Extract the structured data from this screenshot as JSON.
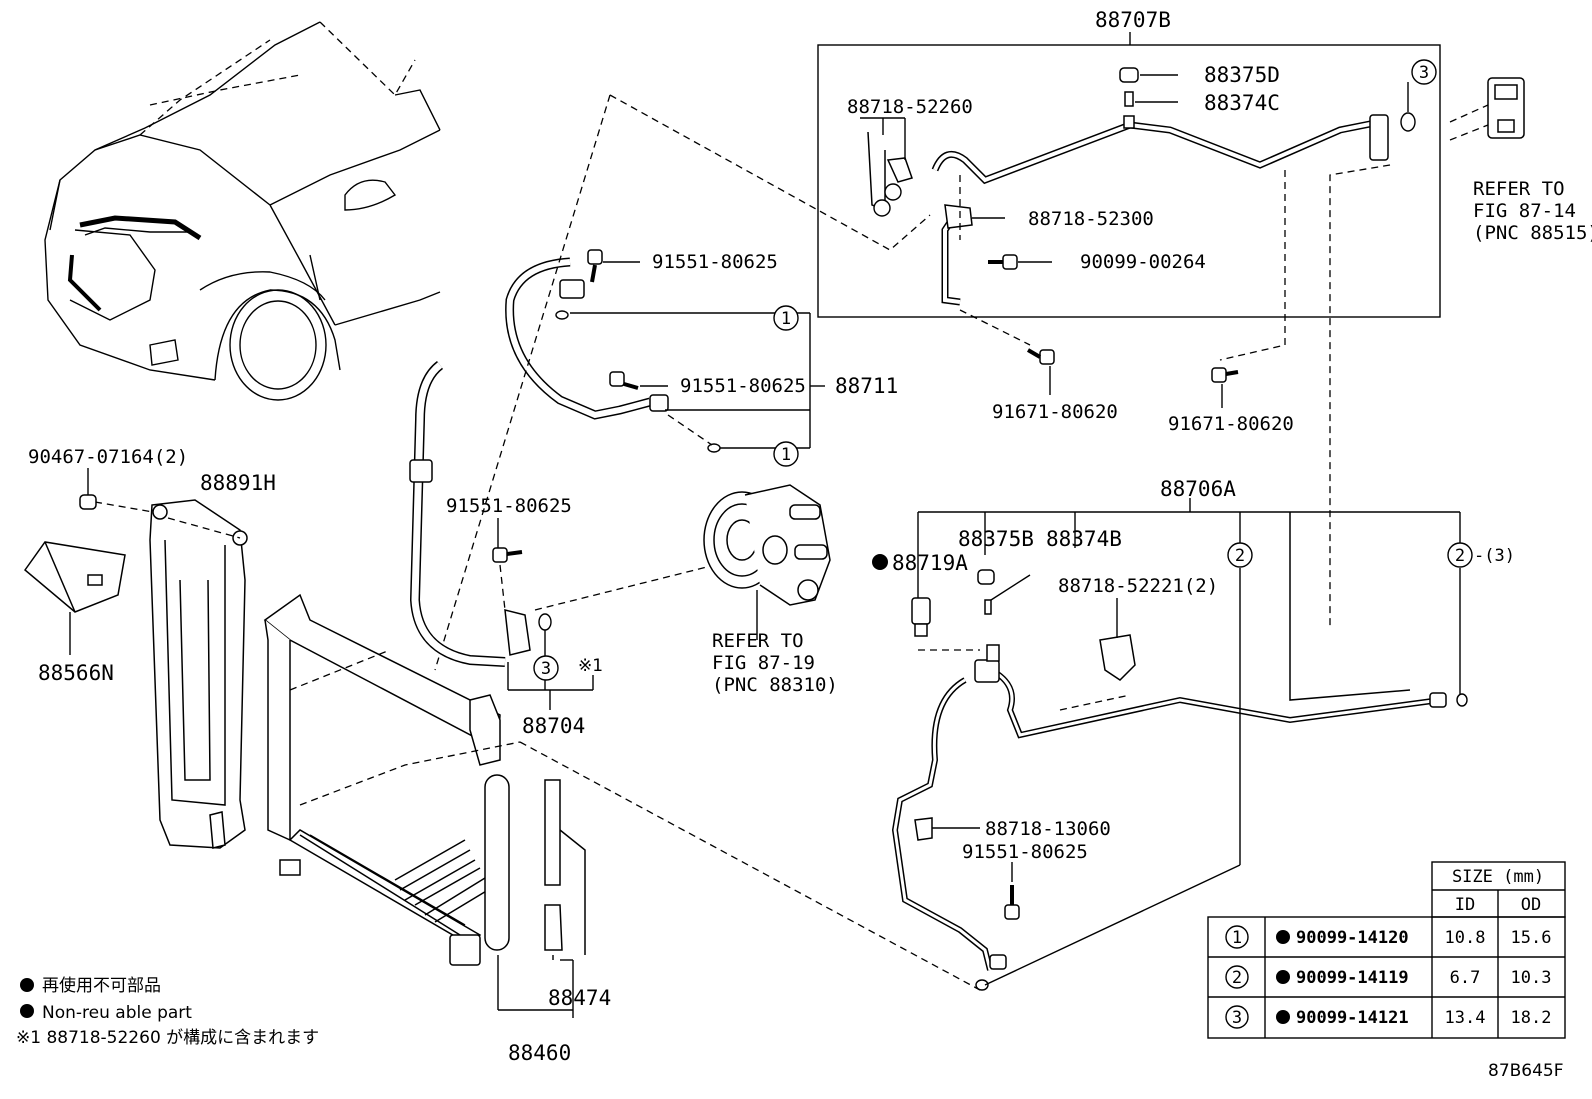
{
  "labels": {
    "p88707B": "88707B",
    "p88375D": "88375D",
    "p88374C": "88374C",
    "p88718_52260": "88718-52260",
    "p88718_52300": "88718-52300",
    "p90099_00264": "90099-00264",
    "p91551_top": "91551-80625",
    "p91551_mid": "91551-80625",
    "p88711": "88711",
    "p91671_a": "91671-80620",
    "p91671_b": "91671-80620",
    "refer_exp_1": "REFER TO",
    "refer_exp_2": "FIG 87-14",
    "refer_exp_3": "(PNC 88515)",
    "p90467": "90467-07164(2)",
    "p88891H": "88891H",
    "p88566N": "88566N",
    "p91551_left": "91551-80625",
    "p88704": "88704",
    "note_mark_1": "※1",
    "refer_comp_1": "REFER TO",
    "refer_comp_2": "FIG 87-19",
    "refer_comp_3": "(PNC 88310)",
    "p88706A": "88706A",
    "p88375B": "88375B",
    "p88374B": "88374B",
    "p88719A": "88719A",
    "p88718_52221": "88718-52221(2)",
    "p88718_13060": "88718-13060",
    "p91551_low": "91551-80625",
    "p88474": "88474",
    "p88460": "88460",
    "circle_1": "1",
    "circle_2": "2",
    "circle_3": "3",
    "circle_2_suffix": "-(3)",
    "figure_code": "87B645F"
  },
  "notes": {
    "line1_jp": "再使用不可部品",
    "line2_en": "Non-reu able part",
    "line3": "※1 88718-52260 が構成に含まれます"
  },
  "size_table": {
    "title": "SIZE (mm)",
    "col_id": "ID",
    "col_od": "OD",
    "rows": [
      {
        "ref": "1",
        "part": "90099-14120",
        "id": "10.8",
        "od": "15.6"
      },
      {
        "ref": "2",
        "part": "90099-14119",
        "id": "6.7",
        "od": "10.3"
      },
      {
        "ref": "3",
        "part": "90099-14121",
        "id": "13.4",
        "od": "18.2"
      }
    ]
  }
}
